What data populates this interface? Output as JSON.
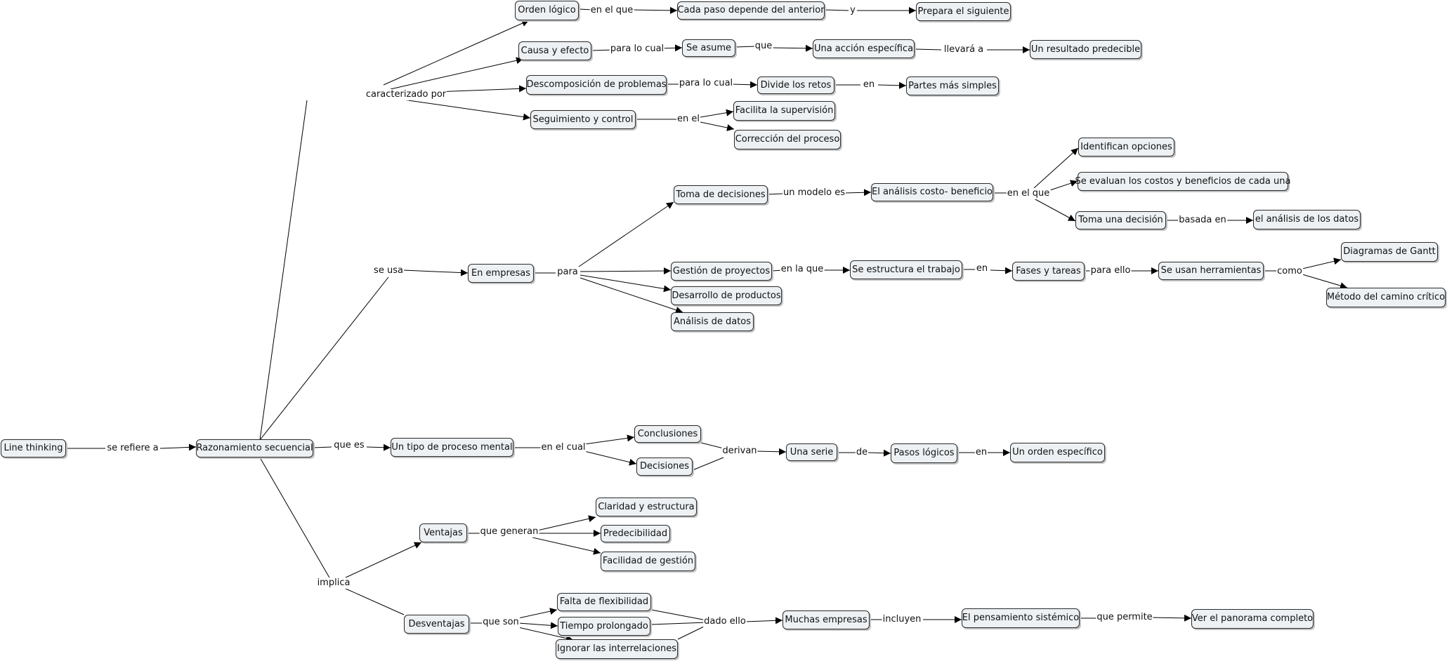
{
  "nodes": [
    {
      "id": "line_thinking",
      "text": "Line thinking"
    },
    {
      "id": "razonamiento",
      "text": "Razonamiento secuencial"
    },
    {
      "id": "orden_logico",
      "text": "Orden lógico"
    },
    {
      "id": "cada_paso",
      "text": "Cada paso depende del anterior"
    },
    {
      "id": "prepara",
      "text": "Prepara el siguiente"
    },
    {
      "id": "causa",
      "text": "Causa y efecto"
    },
    {
      "id": "se_asume",
      "text": "Se asume"
    },
    {
      "id": "accion",
      "text": "Una acción específica"
    },
    {
      "id": "resultado",
      "text": "Un resultado predecible"
    },
    {
      "id": "descomposicion",
      "text": "Descomposición de problemas"
    },
    {
      "id": "divide",
      "text": "Divide los retos"
    },
    {
      "id": "partes",
      "text": "Partes más simples"
    },
    {
      "id": "seguimiento",
      "text": "Seguimiento y control"
    },
    {
      "id": "facilita",
      "text": "Facilita la supervisión"
    },
    {
      "id": "correccion",
      "text": "Corrección del proceso"
    },
    {
      "id": "toma_decisiones",
      "text": "Toma de decisiones"
    },
    {
      "id": "analisis_cb",
      "text": "El análisis costo- beneficio"
    },
    {
      "id": "identifican",
      "text": "Identifican opciones"
    },
    {
      "id": "evaluan",
      "text": "Se evaluan los costos y beneficios de cada una"
    },
    {
      "id": "toma_una",
      "text": "Toma una decisión"
    },
    {
      "id": "analisis_datos2",
      "text": "el análisis de los datos"
    },
    {
      "id": "empresas",
      "text": "En empresas"
    },
    {
      "id": "gestion",
      "text": "Gestión de proyectos"
    },
    {
      "id": "estructura",
      "text": "Se estructura el trabajo"
    },
    {
      "id": "fases",
      "text": "Fases y tareas"
    },
    {
      "id": "herramientas",
      "text": "Se usan herramientas"
    },
    {
      "id": "gantt",
      "text": "Diagramas de Gantt"
    },
    {
      "id": "camino",
      "text": "Método del camino crítico"
    },
    {
      "id": "desarrollo",
      "text": "Desarrollo de productos"
    },
    {
      "id": "analisis_datos",
      "text": "Análisis de datos"
    },
    {
      "id": "tipo_proceso",
      "text": "Un tipo de proceso mental"
    },
    {
      "id": "conclusiones",
      "text": "Conclusiones"
    },
    {
      "id": "decisiones",
      "text": "Decisiones"
    },
    {
      "id": "serie",
      "text": "Una serie"
    },
    {
      "id": "pasos",
      "text": "Pasos lógicos"
    },
    {
      "id": "orden_esp",
      "text": "Un orden específico"
    },
    {
      "id": "ventajas",
      "text": "Ventajas"
    },
    {
      "id": "claridad",
      "text": "Claridad y estructura"
    },
    {
      "id": "predecibilidad",
      "text": "Predecibilidad"
    },
    {
      "id": "facilidad",
      "text": "Facilidad de gestión"
    },
    {
      "id": "desventajas",
      "text": "Desventajas"
    },
    {
      "id": "falta",
      "text": "Falta de flexibilidad"
    },
    {
      "id": "tiempo",
      "text": "Tiempo prolongado"
    },
    {
      "id": "ignorar",
      "text": "Ignorar las interrelaciones"
    },
    {
      "id": "muchas",
      "text": "Muchas empresas"
    },
    {
      "id": "pensamiento",
      "text": "El pensamiento sistémico"
    },
    {
      "id": "panorama",
      "text": "Ver el panorama completo"
    }
  ],
  "links": [
    {
      "id": "se_refiere",
      "text": "se refiere a"
    },
    {
      "id": "caracterizado",
      "text": "caracterizado por"
    },
    {
      "id": "en_el_que1",
      "text": "en el que"
    },
    {
      "id": "y",
      "text": "y"
    },
    {
      "id": "para_lo_cual1",
      "text": "para lo cual"
    },
    {
      "id": "que1",
      "text": "que"
    },
    {
      "id": "llevara",
      "text": "llevará a"
    },
    {
      "id": "para_lo_cual2",
      "text": "para lo cual"
    },
    {
      "id": "en1",
      "text": "en"
    },
    {
      "id": "en_el",
      "text": "en el"
    },
    {
      "id": "se_usa",
      "text": "se usa"
    },
    {
      "id": "para",
      "text": "para"
    },
    {
      "id": "un_modelo",
      "text": "un modelo es"
    },
    {
      "id": "en_el_que2",
      "text": "en el que"
    },
    {
      "id": "basada",
      "text": "basada en"
    },
    {
      "id": "en_la_que",
      "text": "en la que"
    },
    {
      "id": "en2",
      "text": "en"
    },
    {
      "id": "para_ello",
      "text": "para ello"
    },
    {
      "id": "como",
      "text": "como"
    },
    {
      "id": "que_es",
      "text": "que es"
    },
    {
      "id": "en_el_cual",
      "text": "en el cual"
    },
    {
      "id": "derivan",
      "text": "derivan"
    },
    {
      "id": "de",
      "text": "de"
    },
    {
      "id": "en3",
      "text": "en"
    },
    {
      "id": "implica",
      "text": "implica"
    },
    {
      "id": "que_generan",
      "text": "que generan"
    },
    {
      "id": "que_son",
      "text": "que son"
    },
    {
      "id": "dado_ello",
      "text": "dado ello"
    },
    {
      "id": "incluyen",
      "text": "incluyen"
    },
    {
      "id": "que_permite",
      "text": "que permite"
    }
  ]
}
